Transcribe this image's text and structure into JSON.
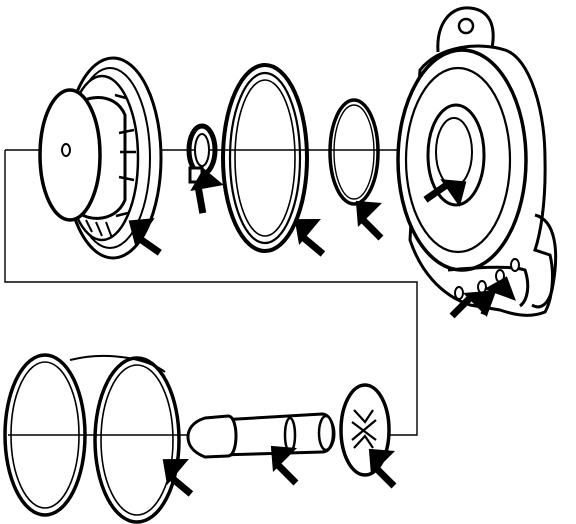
{
  "diagram": {
    "style": "black-and-white exploded parts line drawing",
    "stroke_color": "#000000",
    "background_color": "#ffffff",
    "components": [
      {
        "name": "end-cap",
        "icon": "cap-shape"
      },
      {
        "name": "snap-ring",
        "icon": "ring-shape"
      },
      {
        "name": "large-gasket",
        "icon": "gasket-shape"
      },
      {
        "name": "o-ring",
        "icon": "o-ring-shape"
      },
      {
        "name": "housing",
        "icon": "housing-shape"
      },
      {
        "name": "piston-rings",
        "icon": "ring-pair-shape"
      },
      {
        "name": "pin",
        "icon": "pin-shape"
      },
      {
        "name": "disc",
        "icon": "disc-shape"
      }
    ],
    "callout_arrow_count": 10
  }
}
